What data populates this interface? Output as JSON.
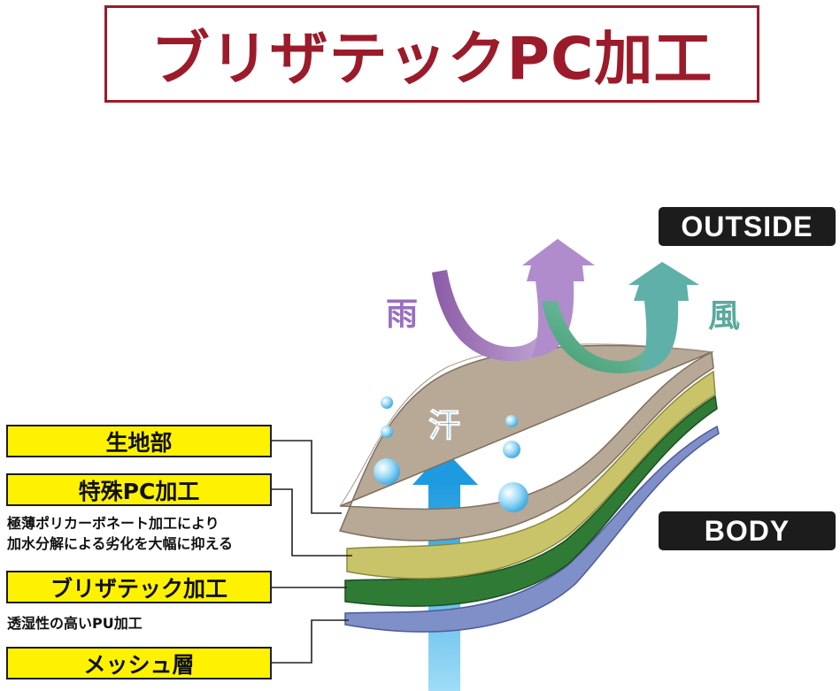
{
  "title": "ブリザテックPC加工",
  "tags": {
    "outside": "OUTSIDE",
    "body": "BODY"
  },
  "arrows": {
    "rain": "雨",
    "wind": "風",
    "sweat": "汗"
  },
  "layers": [
    {
      "label": "生地部",
      "color": "#b8a896"
    },
    {
      "label": "特殊PC加工",
      "note": [
        "極薄ポリカーボネート加工により",
        "加水分解による劣化を大幅に抑える"
      ],
      "color": "#c9c46a"
    },
    {
      "label": "ブリザテック加工",
      "note": [
        "透湿性の高いPU加工"
      ],
      "color": "#2f7a35"
    },
    {
      "label": "メッシュ層",
      "color": "#7f8fc8"
    }
  ],
  "colors": {
    "title": "#9b1b2b",
    "label_bg": "#fff200",
    "rain_arrow": "#b08ccc",
    "wind_arrow": "#5fb0a8",
    "sweat_arrow": "#1e9be0"
  }
}
